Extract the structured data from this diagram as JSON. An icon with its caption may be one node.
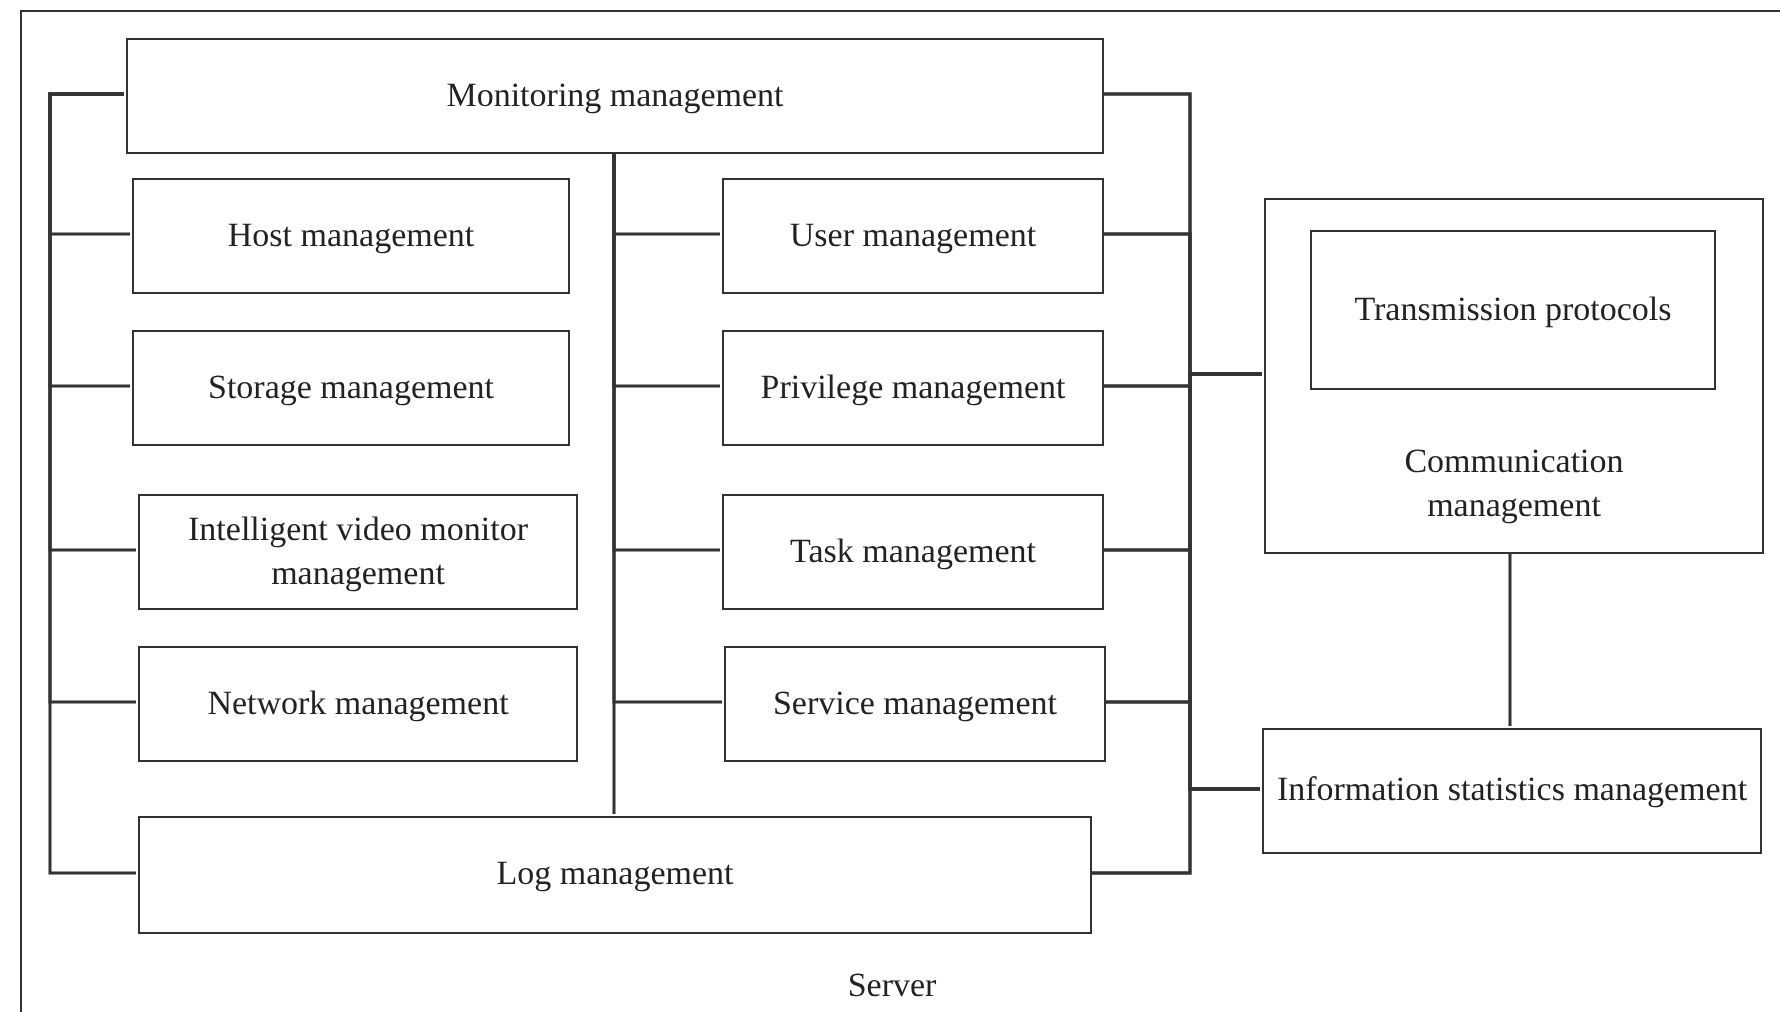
{
  "diagram": {
    "nodes": [
      {
        "text": [
          "Server"
        ]
      },
      {
        "text": [
          "Monitoring management"
        ],
        "in": 0
      },
      {
        "text": [
          "Host management"
        ],
        "in": 0
      },
      {
        "text": [
          "Storage management"
        ],
        "in": 0
      },
      {
        "text": [
          "Intelligent video monitor management"
        ],
        "in": 0
      },
      {
        "text": [
          "Network management"
        ],
        "in": 0
      },
      {
        "text": [
          "Log management"
        ],
        "in": 0
      },
      {
        "text": [
          "User management"
        ],
        "in": 0
      },
      {
        "text": [
          "Privilege management"
        ],
        "in": 0
      },
      {
        "text": [
          "Task management"
        ],
        "in": 0
      },
      {
        "text": [
          "Service management"
        ],
        "in": 0
      },
      {
        "text": [
          "Communication management"
        ],
        "in": 0
      },
      {
        "text": [
          "Transmission protocols"
        ],
        "in": 11
      },
      {
        "text": [
          "Information statistics management"
        ],
        "in": 0
      }
    ],
    "edges": [
      {
        "from": 1,
        "to": 2,
        "arrow": "none"
      },
      {
        "from": 1,
        "to": 3,
        "arrow": "none"
      },
      {
        "from": 1,
        "to": 4,
        "arrow": "none"
      },
      {
        "from": 1,
        "to": 5,
        "arrow": "none"
      },
      {
        "from": 1,
        "to": 6,
        "arrow": "none"
      },
      {
        "from": 1,
        "to": 7,
        "arrow": "none"
      },
      {
        "from": 1,
        "to": 8,
        "arrow": "none"
      },
      {
        "from": 1,
        "to": 9,
        "arrow": "none"
      },
      {
        "from": 1,
        "to": 10,
        "arrow": "none"
      },
      {
        "from": 1,
        "to": 6,
        "arrow": "none"
      },
      {
        "from": 1,
        "to": 11,
        "arrow": "none"
      },
      {
        "from": 7,
        "to": 11,
        "arrow": "none"
      },
      {
        "from": 8,
        "to": 11,
        "arrow": "none"
      },
      {
        "from": 9,
        "to": 11,
        "arrow": "none"
      },
      {
        "from": 10,
        "to": 11,
        "arrow": "none"
      },
      {
        "from": 6,
        "to": 11,
        "arrow": "none"
      },
      {
        "from": 1,
        "to": 13,
        "arrow": "none"
      },
      {
        "from": 7,
        "to": 13,
        "arrow": "none"
      },
      {
        "from": 8,
        "to": 13,
        "arrow": "none"
      },
      {
        "from": 9,
        "to": 13,
        "arrow": "none"
      },
      {
        "from": 10,
        "to": 13,
        "arrow": "none"
      },
      {
        "from": 6,
        "to": 13,
        "arrow": "none"
      },
      {
        "from": 11,
        "to": 13,
        "arrow": "none"
      }
    ]
  }
}
